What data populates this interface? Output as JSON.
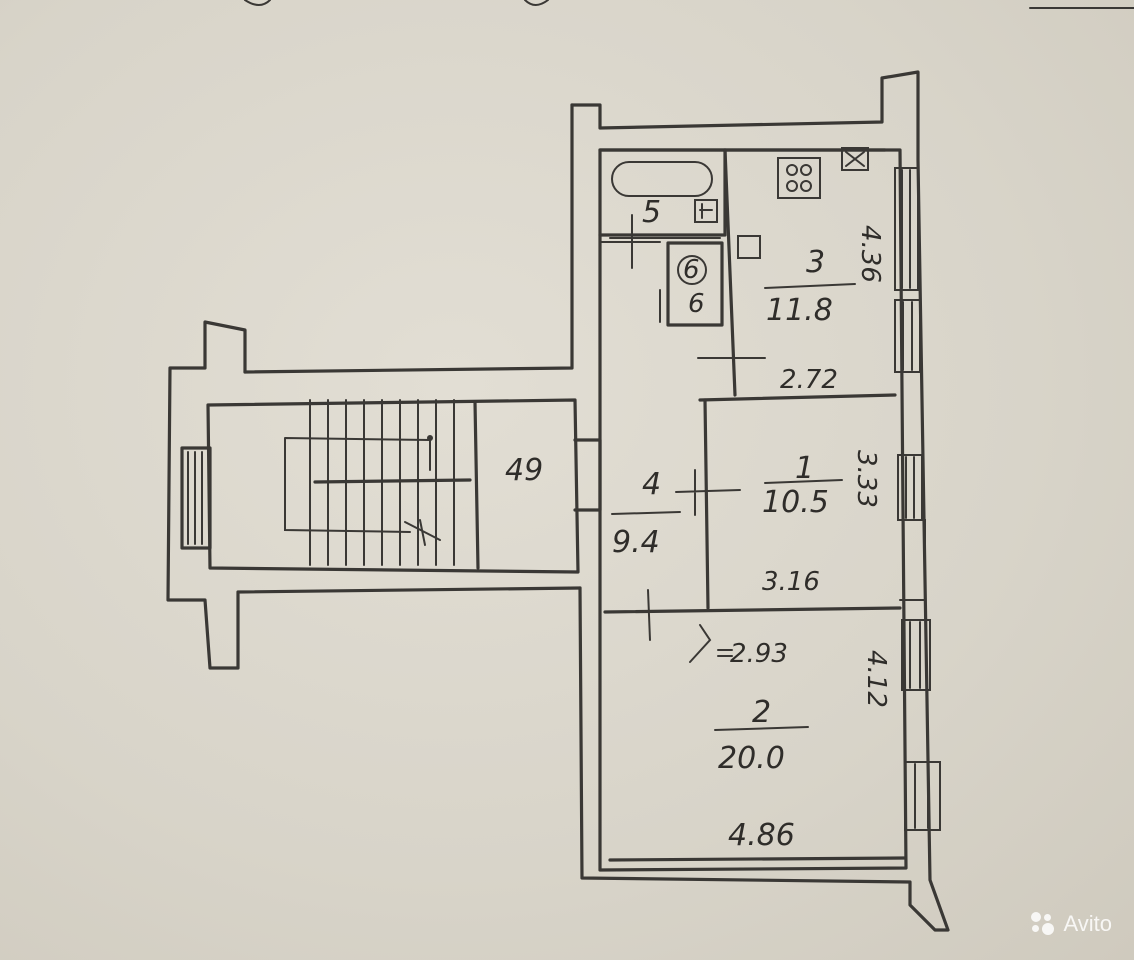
{
  "rooms": [
    {
      "number": "1",
      "area": "10.5"
    },
    {
      "number": "2",
      "area": "20.0"
    },
    {
      "number": "3",
      "area": "11.8"
    },
    {
      "number": "4",
      "area": "9.4"
    },
    {
      "number": "5",
      "area": ""
    },
    {
      "number": "6",
      "area": ""
    }
  ],
  "dimensions": {
    "kitchen_width": "2.72",
    "kitchen_length": "4.36",
    "room1_width": "3.16",
    "room1_length": "3.33",
    "room2_top": "2.93",
    "room2_width": "4.86",
    "room2_length": "4.12",
    "hall_width": "49"
  },
  "watermark": {
    "brand": "Avito",
    "icon": "avito-logo-icon"
  }
}
